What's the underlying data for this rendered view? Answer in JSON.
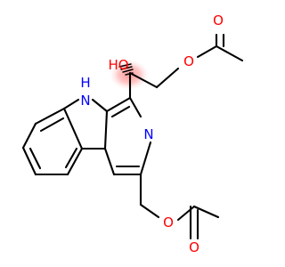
{
  "molecule": {
    "atoms": [
      {
        "id": "o_hydroxyl",
        "symbol": "HO",
        "element": "O"
      },
      {
        "id": "o_ester1_single",
        "symbol": "O",
        "element": "O"
      },
      {
        "id": "o_ester1_carbonyl",
        "symbol": "O",
        "element": "O"
      },
      {
        "id": "n_indole",
        "symbol": "H\nN",
        "element": "N"
      },
      {
        "id": "n_pyridine",
        "symbol": "N",
        "element": "N"
      },
      {
        "id": "o_ester2_single",
        "symbol": "O",
        "element": "O"
      },
      {
        "id": "o_ester2_carbonyl",
        "symbol": "O",
        "element": "O"
      }
    ],
    "labels": {
      "hydroxyl": "HO",
      "indole_h": "H",
      "indole_n": "N",
      "pyridine_n": "N",
      "ester1_o_single": "O",
      "ester1_o_carbonyl": "O",
      "ester2_o_single": "O",
      "ester2_o_carbonyl": "O"
    },
    "stereo_highlight": "stereocenter-glow"
  },
  "colors": {
    "oxygen": "#ff0000",
    "nitrogen": "#0000ff",
    "bond": "#000000",
    "highlight": "#ff9e9e",
    "background": "#ffffff"
  }
}
